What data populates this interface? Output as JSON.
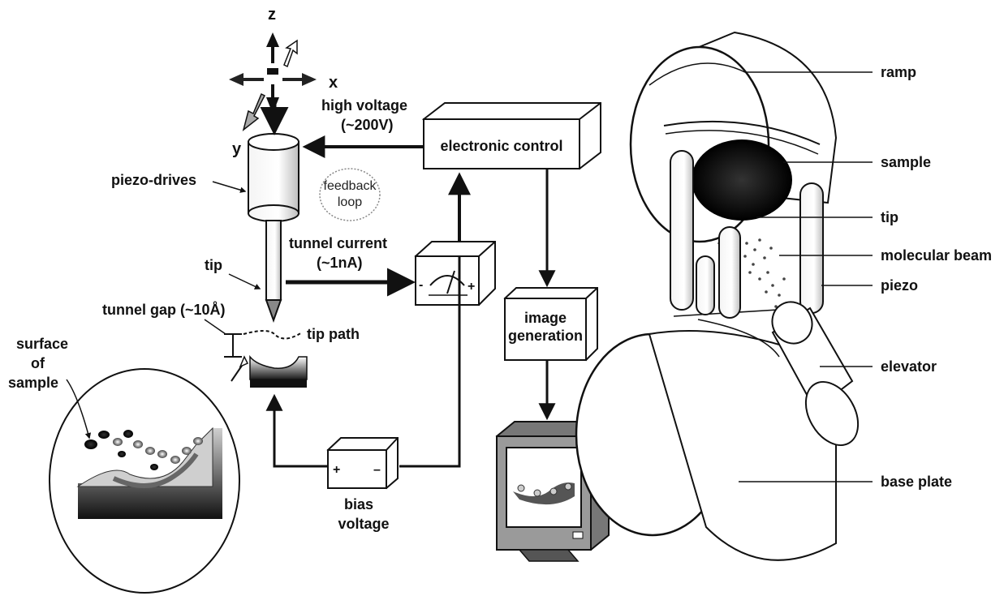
{
  "axes": {
    "z": "z",
    "x": "x",
    "y": "y"
  },
  "left_labels": {
    "high_voltage_line1": "high voltage",
    "high_voltage_line2": "(~200V)",
    "piezo_drives": "piezo-drives",
    "feedback_line1": "feedback",
    "feedback_line2": "loop",
    "tunnel_current_line1": "tunnel current",
    "tunnel_current_line2": "(~1nA)",
    "tip": "tip",
    "tunnel_gap": "tunnel gap (~10Å)",
    "tip_path": "tip path",
    "surface_line1": "surface",
    "surface_line2": "of",
    "surface_line3": "sample",
    "bias_line1": "bias",
    "bias_line2": "voltage",
    "plus": "+",
    "minus": "–"
  },
  "boxes": {
    "electronic_control": "electronic control",
    "image_line1": "image",
    "image_line2": "generation"
  },
  "right_labels": {
    "ramp": "ramp",
    "sample": "sample",
    "tip": "tip",
    "molecular_beam": "molecular beam",
    "piezo": "piezo",
    "elevator": "elevator",
    "base_plate": "base plate"
  }
}
